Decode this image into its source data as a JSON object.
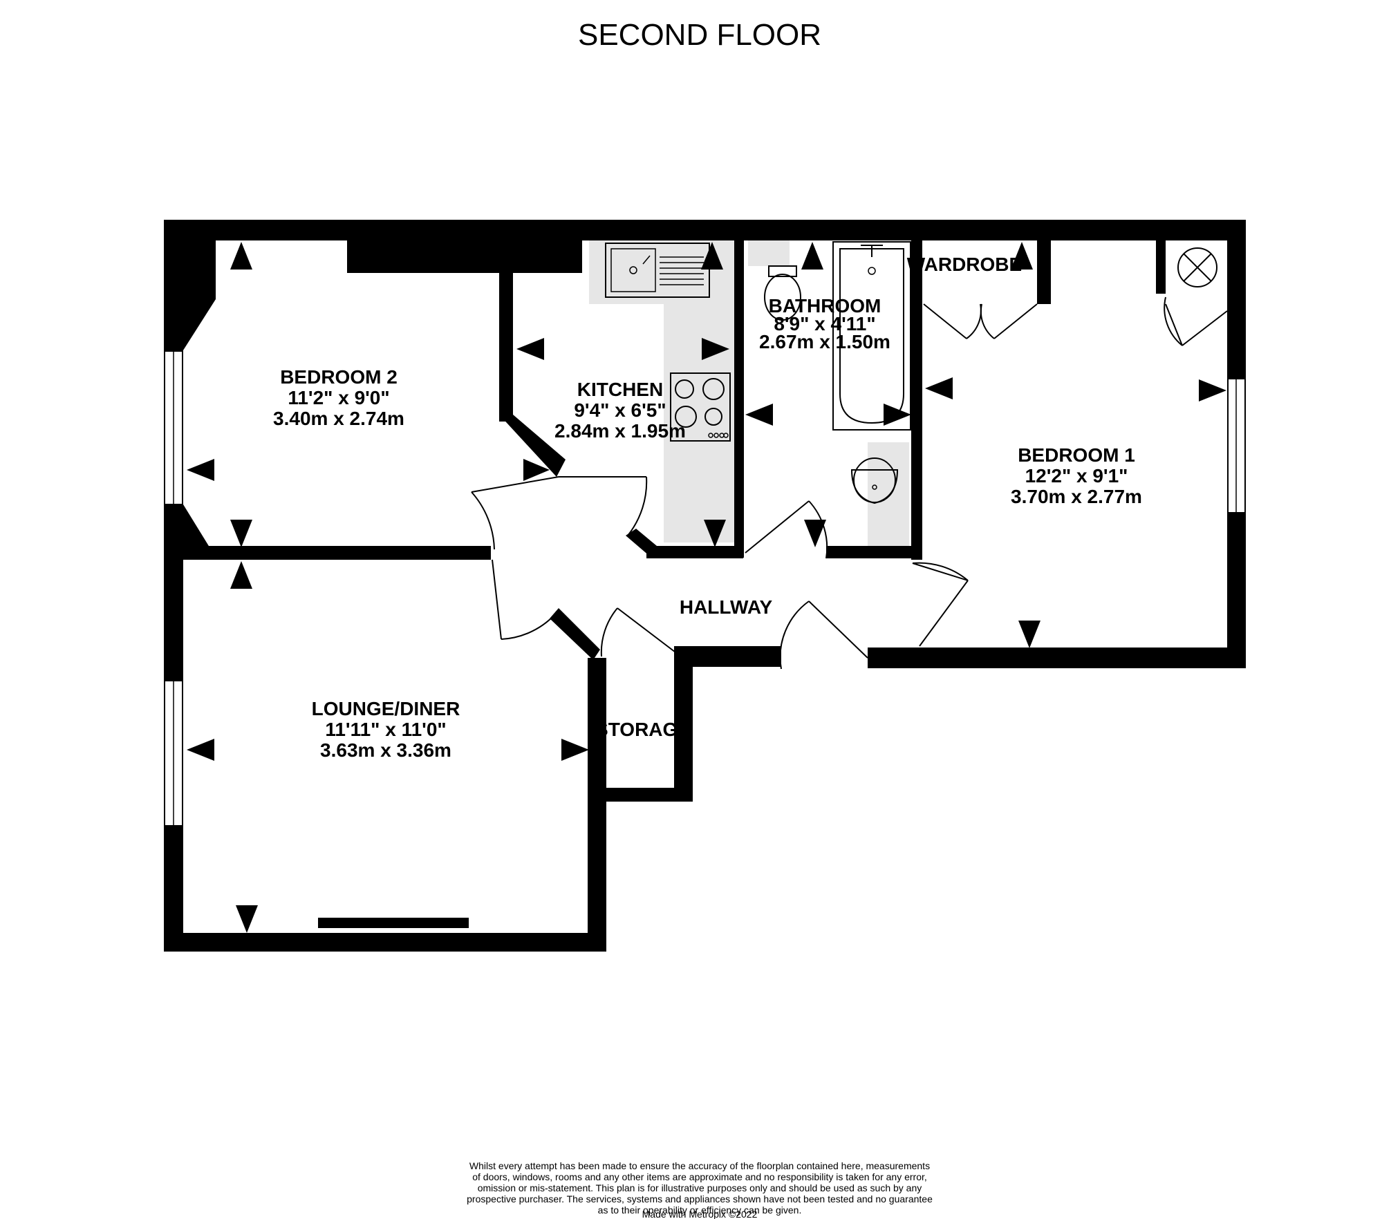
{
  "title": "SECOND FLOOR",
  "rooms": {
    "bedroom2": {
      "name": "BEDROOM 2",
      "imperial": "11'2\"  x 9'0\"",
      "metric": "3.40m  x 2.74m"
    },
    "kitchen": {
      "name": "KITCHEN",
      "imperial": "9'4\"  x 6'5\"",
      "metric": "2.84m  x 1.95m"
    },
    "bathroom": {
      "name": "BATHROOM",
      "imperial": "8'9\"  x 4'11\"",
      "metric": "2.67m  x 1.50m"
    },
    "wardrobe": {
      "name": "WARDROBE"
    },
    "bedroom1": {
      "name": "BEDROOM 1",
      "imperial": "12'2\"  x 9'1\"",
      "metric": "3.70m  x 2.77m"
    },
    "hallway": {
      "name": "HALLWAY"
    },
    "lounge": {
      "name": "LOUNGE/DINER",
      "imperial": "11'11\"  x 11'0\"",
      "metric": "3.63m  x 3.36m"
    },
    "storage": {
      "name": "STORAGE"
    }
  },
  "disclaimer": [
    "Whilst every attempt has been made to ensure the accuracy of the floorplan contained here, measurements",
    "of doors, windows, rooms and any other items are approximate and no responsibility is taken for any error,",
    "omission or mis-statement. This plan is for illustrative purposes only and should be used as such by any",
    "prospective purchaser. The services, systems and appliances shown have not been tested and no guarantee",
    "as to their operability or efficiency can be given.",
    "Made with Metropix ©2022"
  ]
}
